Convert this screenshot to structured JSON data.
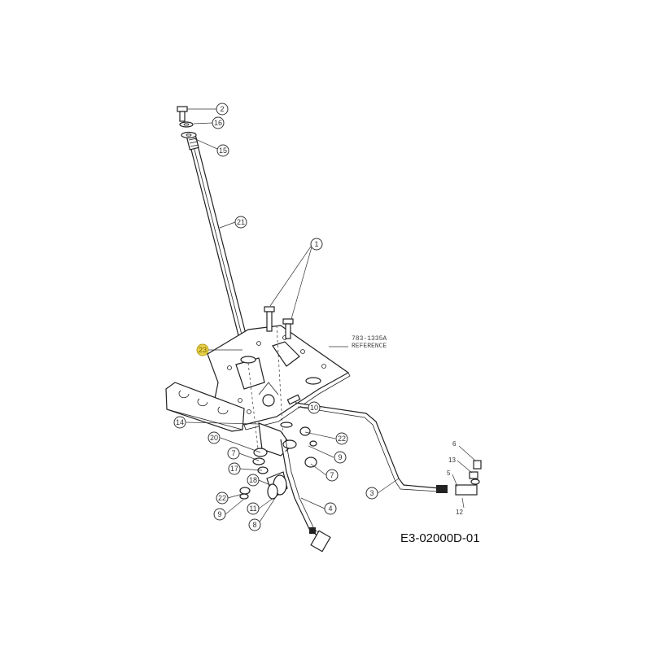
{
  "diagram": {
    "code": "E3-02000D-01",
    "reference_number": "783-1335A",
    "reference_word": "REFERENCE",
    "callouts": {
      "c2": "2",
      "c16": "16",
      "c15": "15",
      "c21": "21",
      "c1": "1",
      "c23": "23",
      "c10": "10",
      "c14": "14",
      "c22a": "22",
      "c20": "20",
      "c9a": "9",
      "c7a": "7",
      "c7b": "7",
      "c17": "17",
      "c18": "18",
      "c22b": "22",
      "c11": "11",
      "c9b": "9",
      "c8": "8",
      "c4": "4",
      "c3": "3",
      "c6": "6",
      "c13": "13",
      "c5": "5",
      "c12": "12"
    }
  }
}
